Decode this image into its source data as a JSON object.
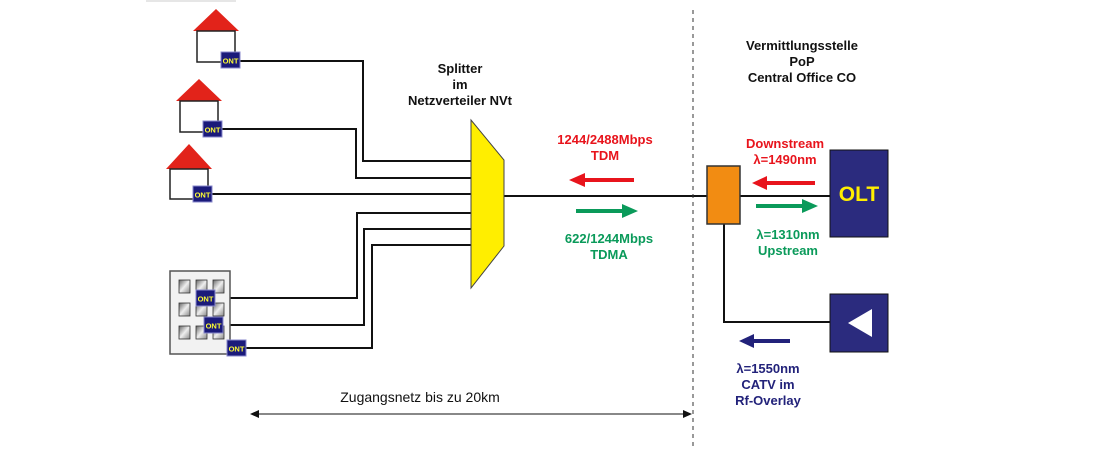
{
  "colors": {
    "house_roof": "#e2231a",
    "ont_fill": "#1a1a7a",
    "ont_text": "#ffff33",
    "splitter_fill": "#ffee00",
    "tdm_red": "#e8141c",
    "tdma_green": "#0a9a5a",
    "catv_blue": "#22227a",
    "olt_fill": "#2b2b7e",
    "olt_text": "#ffee00",
    "diplexer_fill": "#f28c12",
    "line": "#111111"
  },
  "splitter": {
    "line1": "Splitter",
    "line2": "im",
    "line3": "Netzverteiler NVt"
  },
  "central_office": {
    "line1": "Vermittlungsstelle",
    "line2": "PoP",
    "line3": "Central Office CO"
  },
  "downstream_link": {
    "rate": "1244/2488Mbps",
    "mode": "TDM"
  },
  "upstream_link": {
    "rate": "622/1244Mbps",
    "mode": "TDMA"
  },
  "olt": {
    "label": "OLT",
    "downstream_label": "Downstream",
    "downstream_lambda": "λ=1490nm",
    "upstream_lambda": "λ=1310nm",
    "upstream_label": "Upstream"
  },
  "catv": {
    "lambda": "λ=1550nm",
    "line2": "CATV im",
    "line3": "Rf-Overlay"
  },
  "access_network_label": "Zugangsnetz bis zu 20km",
  "ont_label": "ONT"
}
